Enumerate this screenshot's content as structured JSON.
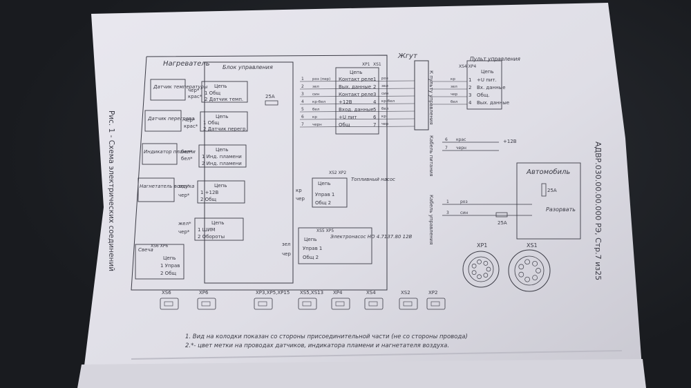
{
  "doc": {
    "header_code": "АДВР.030.00.00.000 РЭ, Стр.7 из25",
    "fig_caption": "Рис. 1 - Схема электрических соединений",
    "notes": [
      "1. Вид на колодки показан со стороны присоединительной части (не со стороны провода)",
      "2.*- цвет метки на проводах датчиков, индикатора пламени и нагнетателя воздуха."
    ]
  },
  "labels": {
    "heater": "Нагреватель",
    "control_unit": "Блок управления",
    "harness": "Жгут",
    "control_panel": "Пульт управления",
    "car": "Автомобиль",
    "fuse_25a_a": "25А",
    "fuse_25a_b": "25А",
    "fuse_25a_c": "25А",
    "switch_label": "Разорвать",
    "plus12": "+12В",
    "xp1": "XP1",
    "xs1": "XS1",
    "xs4_xp4": "XS4  XP4",
    "xs2_xp2": "XS2  XP2",
    "xs5_xp5": "XS5  XP5",
    "xs6_xp6": "XS6  XP6",
    "harness_side": "К пульту управления",
    "power_cable": "Кабель питания",
    "ctrl_cable": "Кабель управления"
  },
  "blocks": {
    "temp_sensor": {
      "name": "Датчик температуры",
      "rows": [
        "Цепь",
        "1  Общ",
        "2  Датчик темп."
      ],
      "wires": [
        "чер*",
        "крас*"
      ]
    },
    "overheat_sensor": {
      "name": "Датчик перегрева",
      "rows": [
        "Цепь",
        "1  Общ",
        "2  Датчик перегр."
      ],
      "wires": [
        "чер*",
        "крас*"
      ]
    },
    "flame_indicator": {
      "name": "Индикатор пламени",
      "rows": [
        "Цепь",
        "1  Инд. пламени",
        "2  Инд. пламени"
      ],
      "wires": [
        "бел*",
        "бел*"
      ]
    },
    "air_blower": {
      "name": "Нагнетатель воздуха",
      "rows": [
        "Цепь",
        "1  +12В",
        "2  Общ"
      ],
      "wires": [
        "зел*",
        "чер*"
      ]
    },
    "blower_ctrl": {
      "rows": [
        "Цепь",
        "1  ШИМ",
        "2  Обороты"
      ],
      "wires": [
        "жел*",
        "чер*"
      ]
    },
    "glow_plug": {
      "name": "Свеча",
      "rows": [
        "Цепь",
        "1  Управ",
        "2  Общ"
      ]
    },
    "fuel_pump": {
      "name": "Топливный насос",
      "rows": [
        "Цепь",
        "Управ 1",
        "Общ 2"
      ],
      "wires": [
        "кр",
        "чер"
      ]
    },
    "electric_pump": {
      "name": "Электронасос НО 4.7137.80 12В",
      "rows": [
        "Цепь",
        "Управ 1",
        "Общ 2"
      ],
      "wires": [
        "зел",
        "чер"
      ]
    }
  },
  "xp1_table": {
    "header": "Цепь",
    "rows": [
      {
        "circuit": "Контакт реле",
        "pin": "1",
        "wire": "роз"
      },
      {
        "circuit": "Вых. данные",
        "pin": "2",
        "wire": "зел"
      },
      {
        "circuit": "Контакт реле",
        "pin": "3",
        "wire": "син"
      },
      {
        "circuit": "+12В",
        "pin": "4",
        "wire": "кр-бел"
      },
      {
        "circuit": "Вход. данные",
        "pin": "5",
        "wire": "бел"
      },
      {
        "circuit": "+U пит",
        "pin": "6",
        "wire": "кр"
      },
      {
        "circuit": "Общ",
        "pin": "7",
        "wire": "чер"
      }
    ],
    "left_wires": [
      "роз (пер)",
      "зел",
      "син",
      "кр-бел",
      "бел",
      "кр",
      "черн"
    ]
  },
  "panel_table": {
    "header": "Цепь",
    "rows": [
      {
        "pin": "1",
        "circuit": "+U пит.",
        "wire": "кр"
      },
      {
        "pin": "2",
        "circuit": "Вх. данные",
        "wire": "зел"
      },
      {
        "pin": "3",
        "circuit": "Общ.",
        "wire": "чер"
      },
      {
        "pin": "4",
        "circuit": "Вых. данные",
        "wire": "бел"
      }
    ]
  },
  "power_wires": [
    {
      "pin": "6",
      "wire": "крас"
    },
    {
      "pin": "7",
      "wire": "черн"
    }
  ],
  "ctrl_wires": [
    {
      "pin": "1",
      "wire": "роз"
    },
    {
      "pin": "3",
      "wire": "син"
    }
  ],
  "connectors_row": [
    "XS6",
    "XP6",
    "XP3,XP5,XP15",
    "XS5,XS13",
    "XP4",
    "XS4",
    "XS2",
    "XP2"
  ],
  "colors": {
    "paper": "#e6e5ec",
    "ink": "#3a3a44",
    "shadow": "#b9b8c2"
  }
}
